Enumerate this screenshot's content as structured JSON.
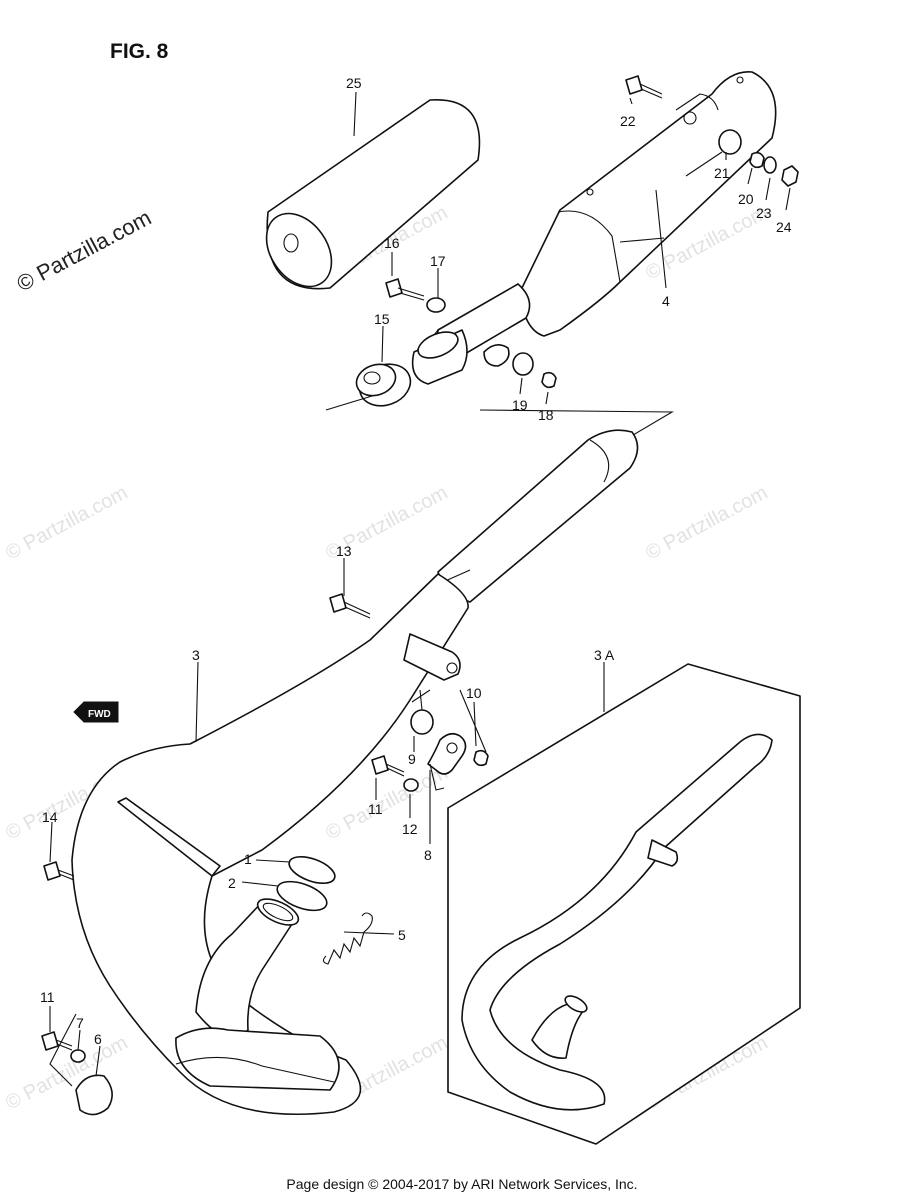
{
  "figure": {
    "title": "FIG. 8",
    "watermark": "© Partzilla.com",
    "watermark_repeat": "© Partzilla.com",
    "footer": "Page design © 2004-2017 by ARI Network Services, Inc.",
    "fwd_label": "FWD"
  },
  "callouts": {
    "c1": "1",
    "c2": "2",
    "c3": "3",
    "c3a": "3 A",
    "c4": "4",
    "c5": "5",
    "c6": "6",
    "c7": "7",
    "c8": "8",
    "c9": "9",
    "c10": "10",
    "c11a": "11",
    "c11b": "11",
    "c12": "12",
    "c13": "13",
    "c14": "14",
    "c15": "15",
    "c16": "16",
    "c17": "17",
    "c18": "18",
    "c19": "19",
    "c20": "20",
    "c21": "21",
    "c22": "22",
    "c23": "23",
    "c24": "24",
    "c25": "25"
  }
}
